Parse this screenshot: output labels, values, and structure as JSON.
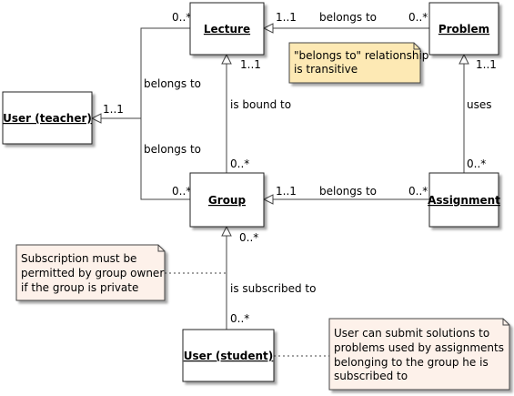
{
  "classes": {
    "lecture": "Lecture",
    "problem": "Problem",
    "user_teacher": "User (teacher)",
    "group": "Group",
    "assignment": "Assignment",
    "user_student": "User (student)"
  },
  "edges": {
    "lecture_problem": {
      "label": "belongs to",
      "src_mult": "1..1",
      "tgt_mult": "0..*"
    },
    "lecture_teacher": {
      "label": "belongs to",
      "src_mult": "0..*"
    },
    "group_teacher": {
      "label": "belongs to",
      "src_mult": "0..*"
    },
    "teacher_mult": "1..1",
    "lecture_group": {
      "label": "is bound to",
      "src_mult": "1..1",
      "tgt_mult": "0..*"
    },
    "problem_assignment": {
      "label": "uses",
      "src_mult": "1..1",
      "tgt_mult": "0..*"
    },
    "group_assignment": {
      "label": "belongs to",
      "src_mult": "1..1",
      "tgt_mult": "0..*"
    },
    "group_student": {
      "label": "is subscribed to",
      "src_mult": "0..*",
      "tgt_mult": "0..*"
    }
  },
  "notes": {
    "transitive": [
      "\"belongs to\" relationship",
      "is transitive"
    ],
    "subscription": [
      "Subscription must be",
      "permitted by group owner",
      "if the group is private"
    ],
    "submit": [
      "User can submit solutions to",
      "problems used by assignments",
      "belonging to the group he is",
      "subscribed to"
    ]
  },
  "colors": {
    "class_fill": "#ffffff",
    "note_yellow": "#fde9b4",
    "note_pink": "#fdf1ea",
    "line": "#444444"
  }
}
